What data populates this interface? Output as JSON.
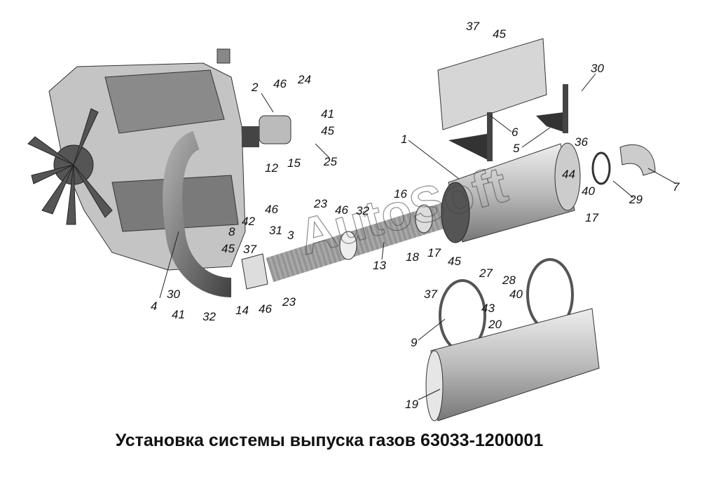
{
  "title": "Установка системы выпуска газов 63033-1200001",
  "watermark": "AutoSoft",
  "labels": [
    "37",
    "45",
    "30",
    "2",
    "46",
    "24",
    "41",
    "45",
    "25",
    "12",
    "15",
    "1",
    "6",
    "5",
    "36",
    "44",
    "40",
    "17",
    "29",
    "7",
    "16",
    "23",
    "46",
    "32",
    "46",
    "42",
    "31",
    "3",
    "8",
    "45",
    "37",
    "18",
    "17",
    "13",
    "45",
    "27",
    "28",
    "37",
    "40",
    "43",
    "20",
    "30",
    "41",
    "4",
    "32",
    "14",
    "46",
    "23",
    "9",
    "19"
  ],
  "colors": {
    "part_dark": "#3a3a3a",
    "part_mid": "#9a9a9a",
    "part_light": "#d8d8d8"
  }
}
